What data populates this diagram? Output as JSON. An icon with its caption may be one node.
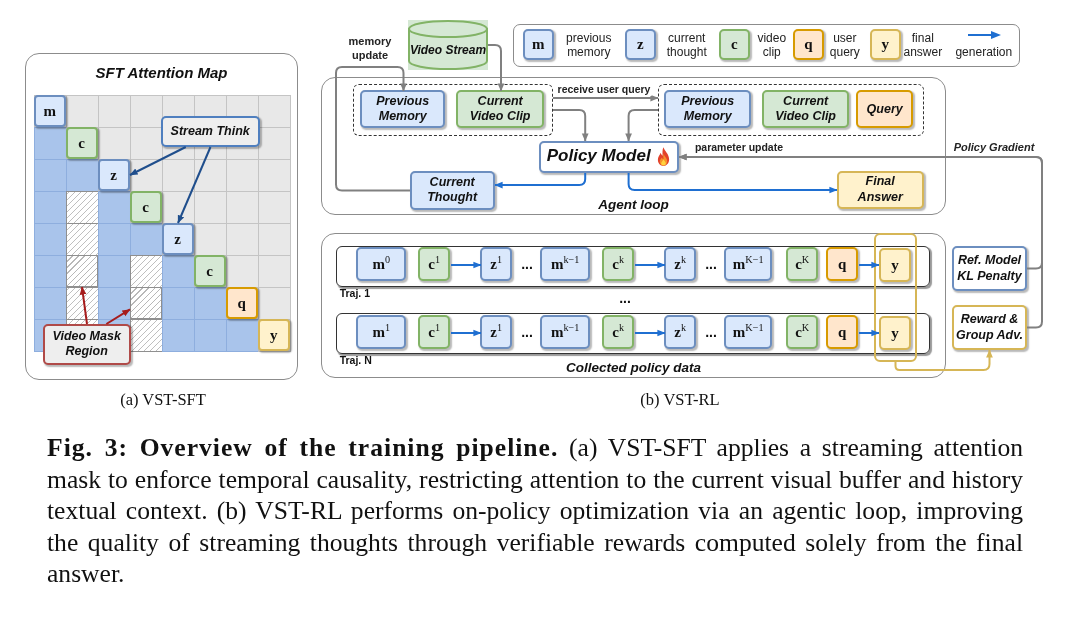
{
  "diagram": {
    "caption": "**Fig. 3: Overview of the training pipeline.** (a) VST-SFT applies a streaming attention mask to enforce temporal causality, restricting attention to the current visual buffer and history textual context. (b) VST-RL performs on-policy optimization via an agentic loop, improving the quality of streaming thoughts through verifiable rewards computed solely from the final answer.",
    "nodes": [
      {
        "text": [
          "SFT Attention Map"
        ]
      },
      {
        "text": [
          "m"
        ],
        "in": 0
      },
      {
        "text": [
          "c"
        ],
        "in": 0
      },
      {
        "text": [
          "z"
        ],
        "in": 0
      },
      {
        "text": [
          "c"
        ],
        "in": 0
      },
      {
        "text": [
          "z"
        ],
        "in": 0
      },
      {
        "text": [
          "c"
        ],
        "in": 0
      },
      {
        "text": [
          "q"
        ],
        "in": 0
      },
      {
        "text": [
          "y"
        ],
        "in": 0
      },
      {
        "text": [
          "Stream Think"
        ],
        "in": 0
      },
      {
        "text": [
          "Video Mask Region"
        ],
        "in": 0
      },
      {
        "text": [],
        "shape": "box",
        "in": 0
      },
      {
        "text": [],
        "shape": "box",
        "in": 0
      },
      {
        "text": [
          "Video Stream"
        ]
      },
      {
        "text": [
          "Agent loop"
        ]
      },
      {
        "text": [],
        "shape": "box",
        "in": 14
      },
      {
        "text": [
          "Previous Memory"
        ],
        "in": 15
      },
      {
        "text": [
          "Current Video Clip"
        ],
        "in": 15
      },
      {
        "text": [],
        "shape": "box",
        "in": 14
      },
      {
        "text": [
          "Previous Memory"
        ],
        "in": 18
      },
      {
        "text": [
          "Current Video Clip"
        ],
        "in": 18
      },
      {
        "text": [
          "Query"
        ],
        "in": 18
      },
      {
        "text": [
          "Policy Model"
        ],
        "in": 14
      },
      {
        "text": [
          "Current Thought"
        ],
        "in": 14
      },
      {
        "text": [
          "Final Answer"
        ],
        "in": 14
      },
      {
        "text": [
          "Collected policy data"
        ]
      },
      {
        "text": [
          "Traj. 1"
        ],
        "in": 25
      },
      {
        "text": [
          "m$^{0}$"
        ],
        "in": 26
      },
      {
        "text": [
          "c$^{1}$"
        ],
        "in": 26
      },
      {
        "text": [
          "z$^{1}$"
        ],
        "in": 26
      },
      {
        "text": [
          "m$^{k−1}$"
        ],
        "in": 26
      },
      {
        "text": [
          "c$^{k}$"
        ],
        "in": 26
      },
      {
        "text": [
          "z$^{k}$"
        ],
        "in": 26
      },
      {
        "text": [
          "m$^{K−1}$"
        ],
        "in": 26
      },
      {
        "text": [
          "c$^{K}$"
        ],
        "in": 26
      },
      {
        "text": [
          "q"
        ],
        "in": 26
      },
      {
        "text": [
          "y"
        ]
      },
      {
        "text": [
          "Traj. N"
        ],
        "in": 25
      },
      {
        "text": [
          "m$^{1}$"
        ],
        "in": 37
      },
      {
        "text": [
          "c$^{1}$"
        ],
        "in": 37
      },
      {
        "text": [
          "z$^{1}$"
        ],
        "in": 37
      },
      {
        "text": [
          "m$^{k−1}$"
        ],
        "in": 37
      },
      {
        "text": [
          "c$^{k}$"
        ],
        "in": 37
      },
      {
        "text": [
          "z$^{k}$"
        ],
        "in": 37
      },
      {
        "text": [
          "m$^{K−1}$"
        ],
        "in": 37
      },
      {
        "text": [
          "c$^{K}$"
        ],
        "in": 37
      },
      {
        "text": [
          "q"
        ],
        "in": 37
      },
      {
        "text": [
          "y"
        ]
      },
      {
        "text": [],
        "shape": "box",
        "in": 25
      },
      {
        "text": [
          "Ref. Model KL Penalty"
        ]
      },
      {
        "text": [
          "Reward & Group Adv."
        ]
      }
    ],
    "edges": [
      {
        "from": 9,
        "to": 3,
        "arrow": "to",
        "color": "#1f4e8c"
      },
      {
        "from": 9,
        "to": 5,
        "arrow": "to",
        "color": "#1f4e8c"
      },
      {
        "from": 10,
        "to": 11,
        "arrow": "to",
        "color": "#a61c1c"
      },
      {
        "from": 10,
        "to": 12,
        "arrow": "to",
        "color": "#a61c1c"
      },
      {
        "from": 13,
        "to": 17,
        "arrow": "to",
        "color": "#808080"
      },
      {
        "from": 23,
        "to": 16,
        "arrow": "to",
        "label": "memory update",
        "color": "#808080"
      },
      {
        "from": 15,
        "to": 18,
        "arrow": "to",
        "label": "receive user query",
        "color": "#808080"
      },
      {
        "from": 15,
        "to": 22,
        "arrow": "to",
        "color": "#808080"
      },
      {
        "from": 18,
        "to": 22,
        "arrow": "to",
        "color": "#808080"
      },
      {
        "from": 22,
        "to": 23,
        "arrow": "to"
      },
      {
        "from": 22,
        "to": 24,
        "arrow": "to"
      },
      {
        "from": 49,
        "to": 22,
        "arrow": "to",
        "label": "Policy Gradient",
        "color": "#808080"
      },
      {
        "from": 50,
        "to": 22,
        "arrow": "to",
        "label": "parameter update",
        "color": "#808080"
      },
      {
        "from": 28,
        "to": 29,
        "arrow": "to"
      },
      {
        "from": 31,
        "to": 32,
        "arrow": "to"
      },
      {
        "from": 35,
        "to": 36,
        "arrow": "to"
      },
      {
        "from": 39,
        "to": 40,
        "arrow": "to"
      },
      {
        "from": 42,
        "to": 43,
        "arrow": "to"
      },
      {
        "from": 46,
        "to": 47,
        "arrow": "to"
      },
      {
        "from": 48,
        "to": 50,
        "arrow": "to",
        "color": "#d6b656"
      }
    ],
    "labels": [
      "m",
      "z",
      "c",
      "q",
      "y",
      "...",
      "...",
      "...",
      "...",
      "...",
      "(a) VST-SFT",
      "(b) VST-RL"
    ],
    "legend": [
      {
        "text": "previous memory",
        "color": "#dae8fc"
      },
      {
        "text": "current thought",
        "color": "#dae8fc"
      },
      {
        "text": "video clip",
        "color": "#d5e8d4"
      },
      {
        "text": "user query",
        "color": "#ffe6cc"
      },
      {
        "text": "final answer",
        "color": "#fff2cc"
      },
      {
        "text": "generation"
      }
    ]
  }
}
